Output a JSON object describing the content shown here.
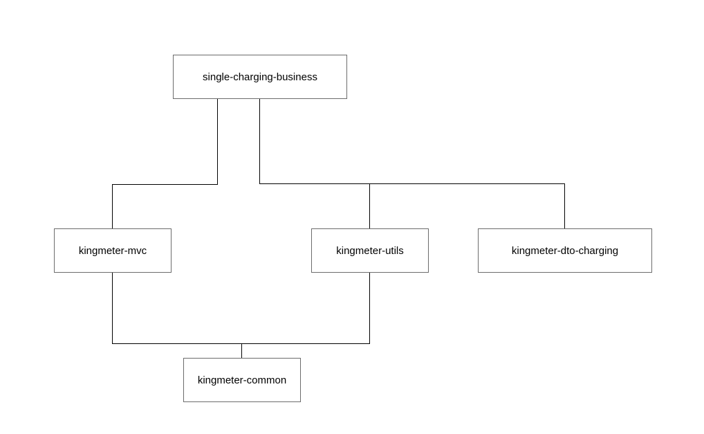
{
  "nodes": {
    "business": {
      "label": "single-charging-business"
    },
    "mvc": {
      "label": "kingmeter-mvc"
    },
    "utils": {
      "label": "kingmeter-utils"
    },
    "dto": {
      "label": "kingmeter-dto-charging"
    },
    "common": {
      "label": "kingmeter-common"
    }
  },
  "edges": [
    {
      "from": "business",
      "to": "mvc"
    },
    {
      "from": "business",
      "to": "utils"
    },
    {
      "from": "business",
      "to": "dto"
    },
    {
      "from": "mvc",
      "to": "common"
    },
    {
      "from": "utils",
      "to": "common"
    }
  ],
  "colors": {
    "line": "#000000",
    "box_border": "#6b6b6b",
    "background": "#ffffff"
  }
}
